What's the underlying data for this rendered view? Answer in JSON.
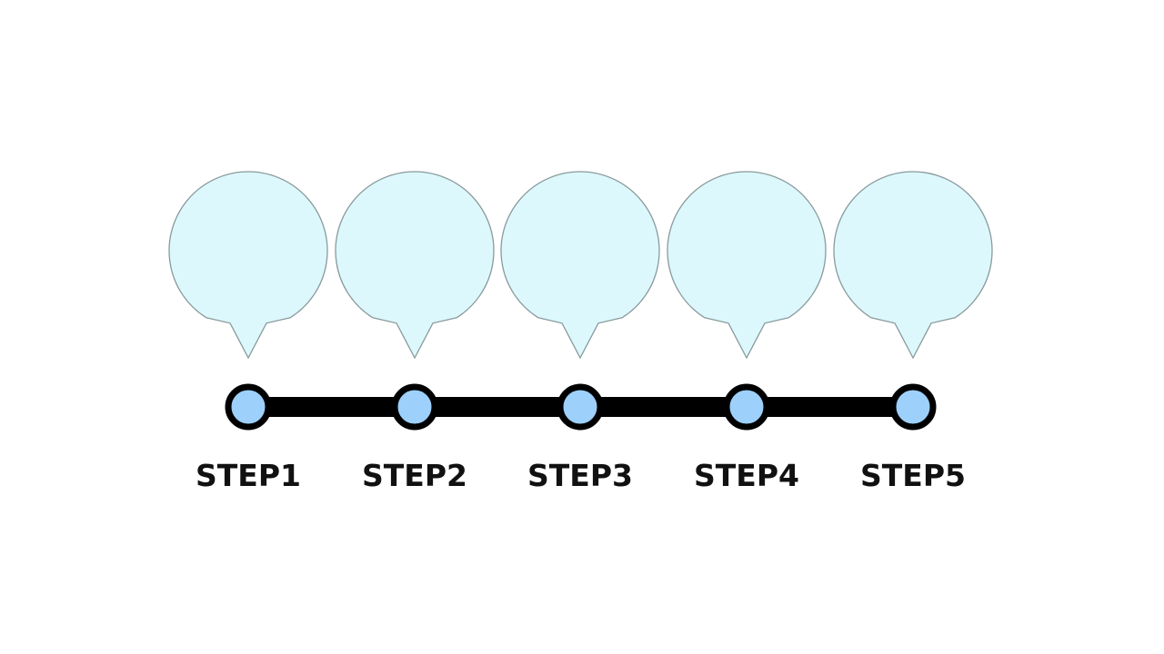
{
  "diagram": {
    "type": "timeline",
    "colors": {
      "bubble_fill": "#dcf8fc",
      "bubble_stroke": "#8a9a9c",
      "node_fill": "#9dd0fb",
      "line": "#000000",
      "label": "#111111"
    },
    "steps": [
      {
        "label": "STEP1"
      },
      {
        "label": "STEP2"
      },
      {
        "label": "STEP3"
      },
      {
        "label": "STEP4"
      },
      {
        "label": "STEP5"
      }
    ]
  }
}
